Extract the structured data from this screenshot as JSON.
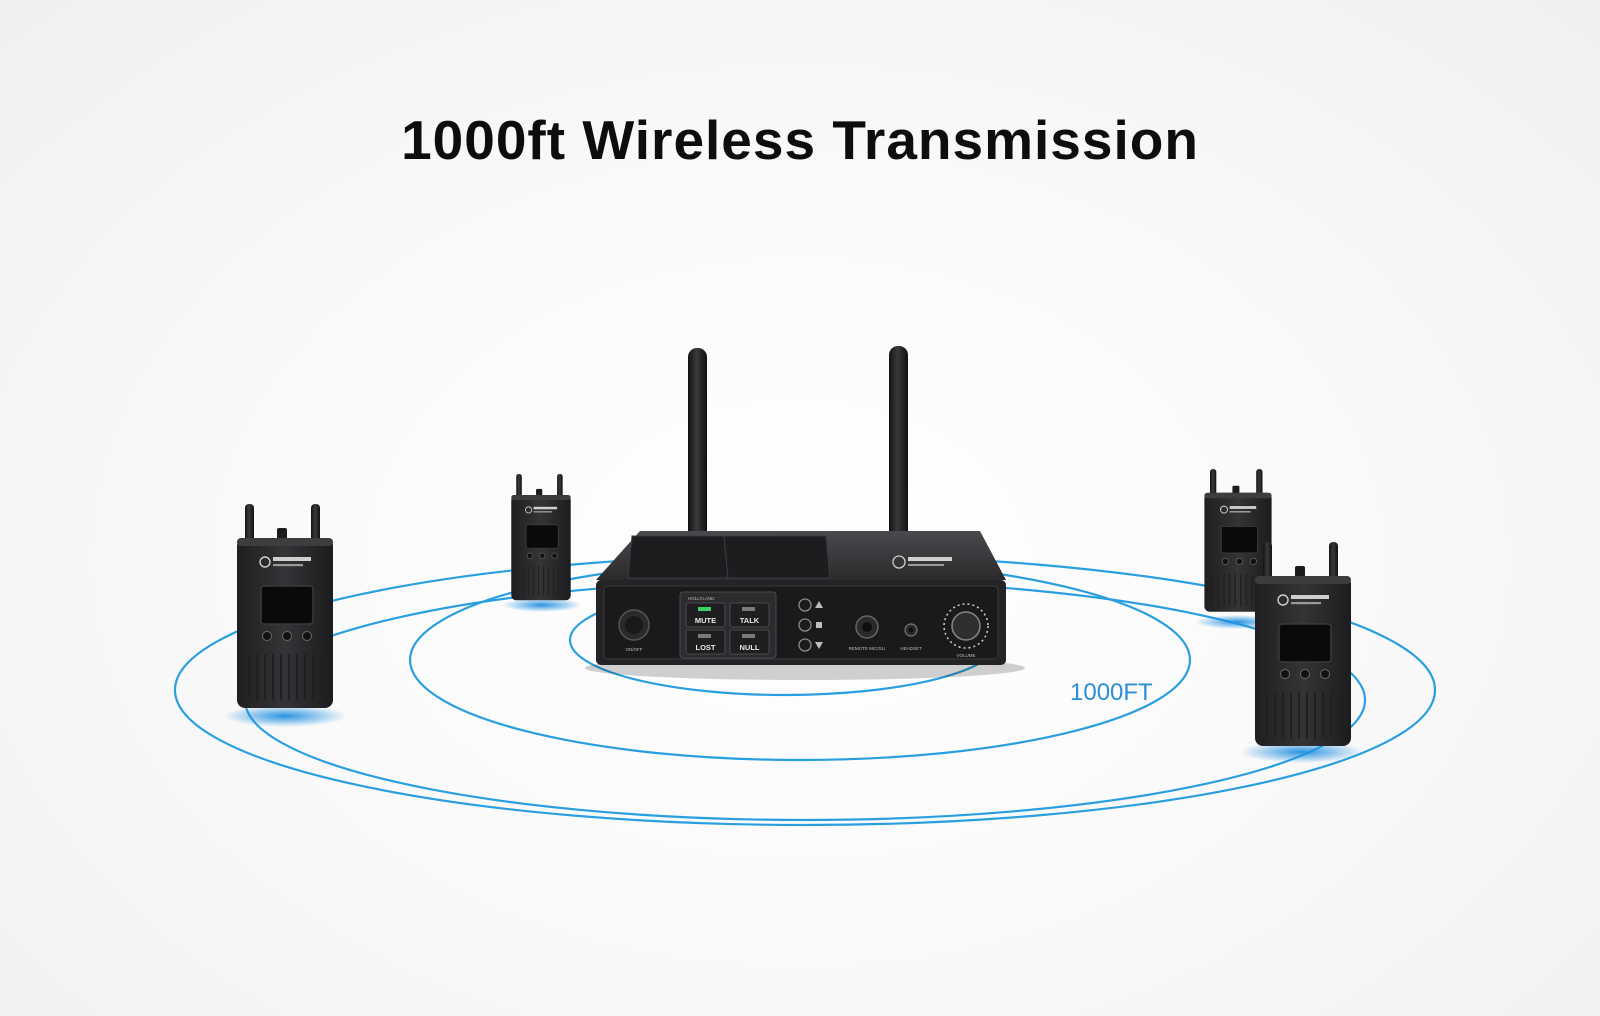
{
  "headline": "1000ft Wireless Transmission",
  "range_label": "1000FT",
  "brand": "HOLLYLAND",
  "base_station": {
    "status_buttons": [
      "MUTE",
      "TALK",
      "LOST",
      "NULL"
    ],
    "power_label": "ON/OFF",
    "remote_label": "REMOTE MIC/SLI",
    "headset_label": "HEADSET",
    "volume_label": "VOLUME"
  },
  "colors": {
    "signal_ring": "#2a9fe0",
    "range_label": "#2a8fd6",
    "device_body": "#2b2b2d",
    "heading": "#0d0d0d"
  }
}
